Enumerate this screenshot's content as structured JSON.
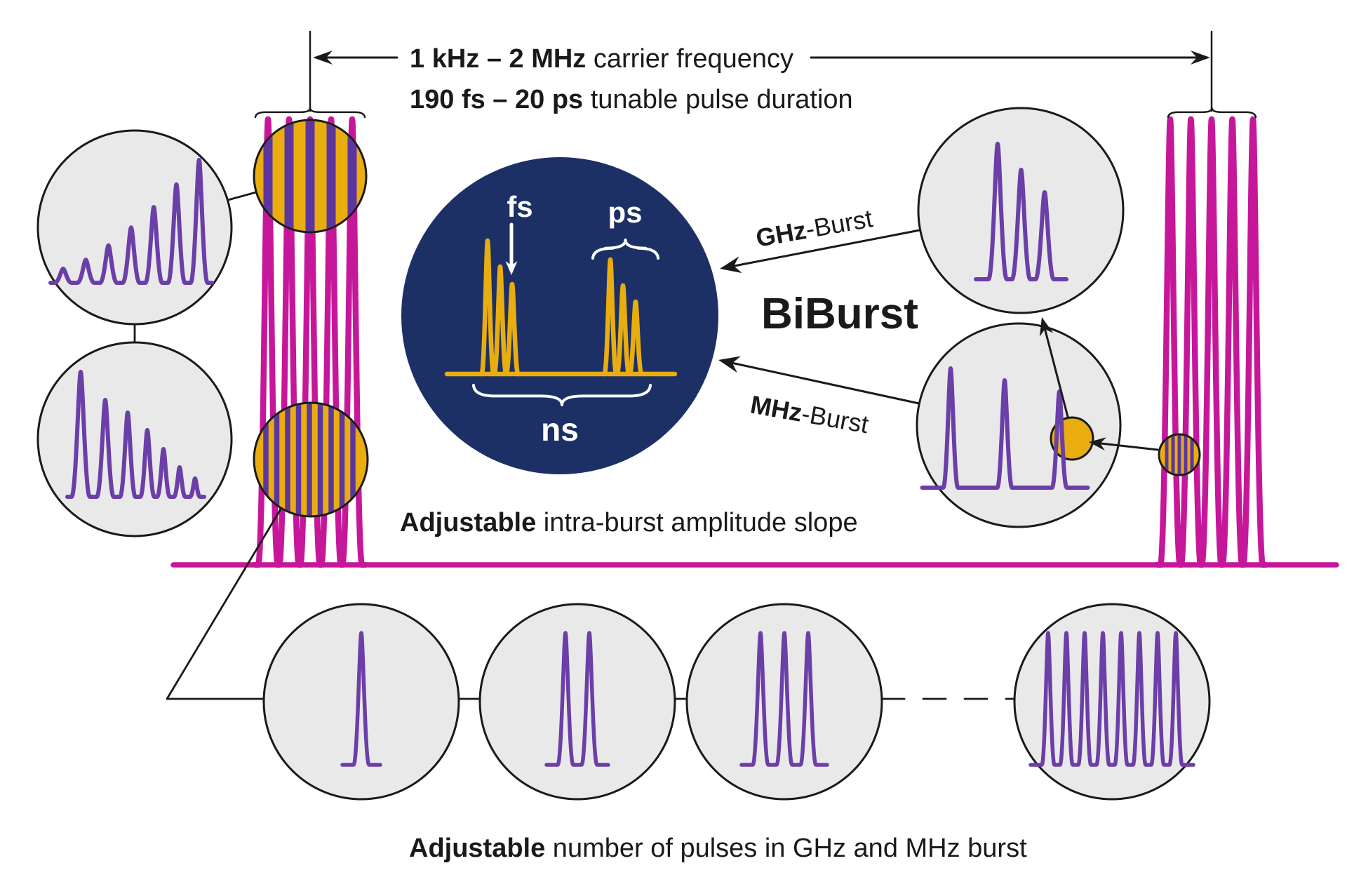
{
  "header": {
    "line1_bold": "1 kHz – 2 MHz",
    "line1_rest": " carrier frequency",
    "line2_bold": "190 fs – 20 ps",
    "line2_rest": " tunable pulse duration"
  },
  "blue_circle": {
    "title": "BiBurst",
    "fs_label": "fs",
    "ps_label": "ps",
    "ns_label": "ns"
  },
  "burst_labels": {
    "ghz_bold": "GHz",
    "ghz_rest": "-Burst",
    "mhz_bold": "MHz",
    "mhz_rest": "-Burst"
  },
  "captions": {
    "amplitude_bold": "Adjustable",
    "amplitude_rest": " intra-burst amplitude slope",
    "count_bold": "Adjustable",
    "count_rest": " number of pulses in GHz and MHz burst"
  },
  "colors": {
    "magenta": "#c6179b",
    "purple": "#6b3ea8",
    "stripe_purple": "#5d35a0",
    "yellow": "#e9ad10",
    "navy": "#1c3066",
    "gray_fill": "#e9e9e9",
    "line": "#1a1a1a",
    "white": "#ffffff"
  },
  "figure": {
    "carrier_pulses_per_burst": 5,
    "ghz_zoom_pulse_count": 3,
    "mhz_zoom_pulse_count": 3,
    "ascending_slope_pulse_count": 7,
    "descending_slope_pulse_count": 7,
    "bottom_pulse_counts": [
      1,
      2,
      3,
      8
    ],
    "blue_fs_group_pulse_count": 3,
    "blue_ps_group_pulse_count": 3
  }
}
